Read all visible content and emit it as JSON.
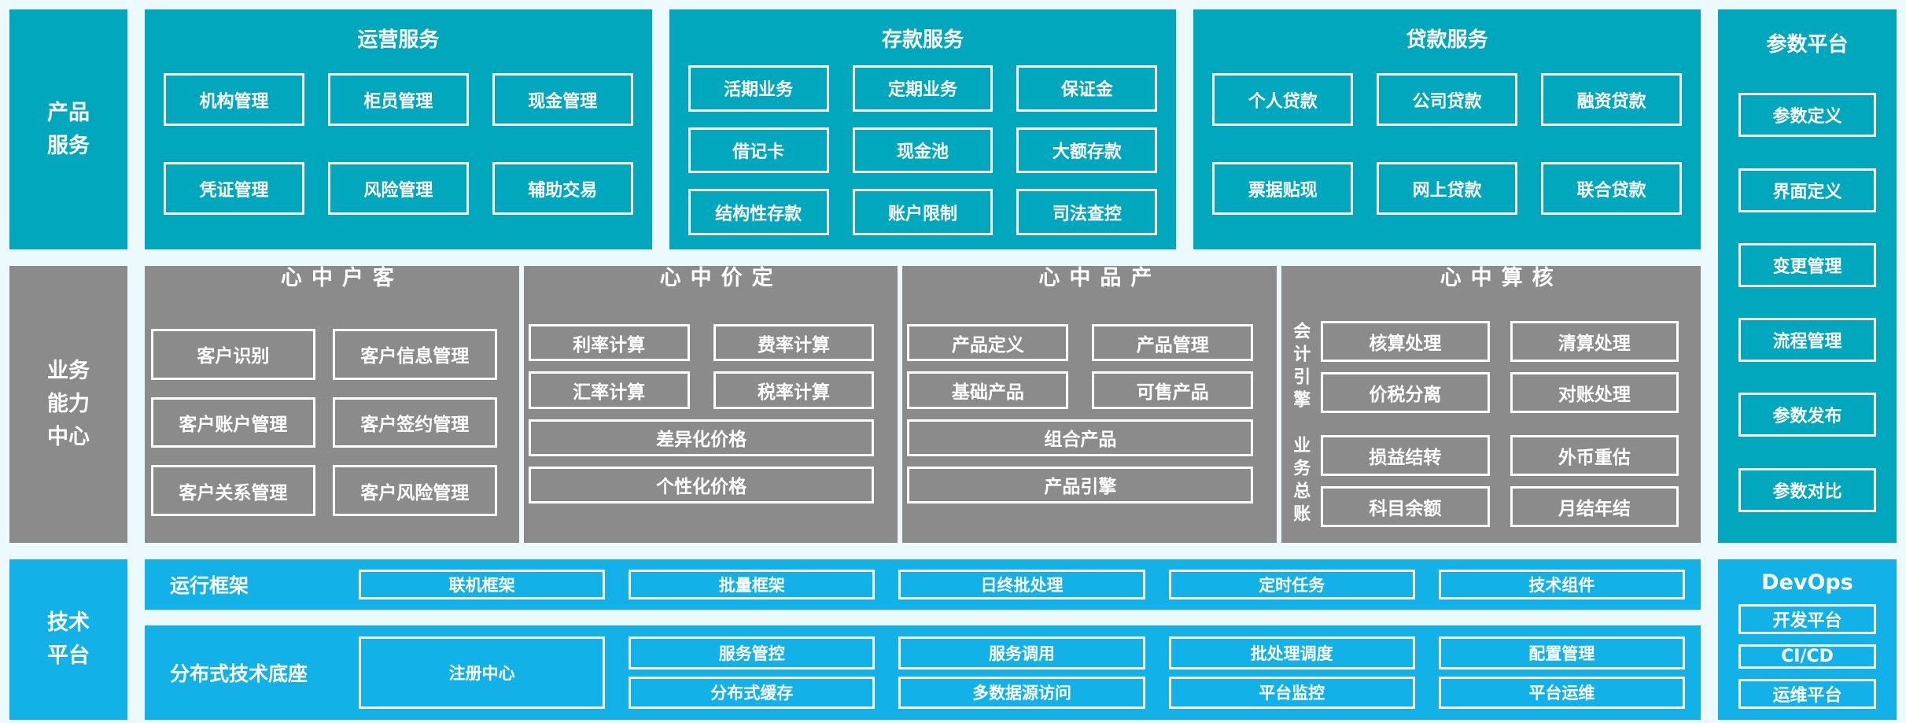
{
  "colors": {
    "teal": "#00a7bd",
    "gray": "#8b8b8b",
    "blue": "#12b1e8",
    "background": "#edfafd",
    "box_border": "#ffffff",
    "text": "#ffffff"
  },
  "side": {
    "products": "产品\n服务",
    "business": "业务\n能力\n中心",
    "tech": "技术\n平台"
  },
  "operations": {
    "title": "运营服务",
    "items": [
      "机构管理",
      "柜员管理",
      "现金管理",
      "凭证管理",
      "风险管理",
      "辅助交易"
    ]
  },
  "deposit": {
    "title": "存款服务",
    "items": [
      "活期业务",
      "定期业务",
      "保证金",
      "借记卡",
      "现金池",
      "大额存款",
      "结构性存款",
      "账户限制",
      "司法查控"
    ]
  },
  "loan": {
    "title": "贷款服务",
    "items": [
      "个人贷款",
      "公司贷款",
      "融资贷款",
      "票据贴现",
      "网上贷款",
      "联合贷款"
    ]
  },
  "param_platform": {
    "title": "参数平台",
    "items": [
      "参数定义",
      "界面定义",
      "变更管理",
      "流程管理",
      "参数发布",
      "参数对比"
    ]
  },
  "customer_center": {
    "label": "客户中心",
    "items": [
      "客户识别",
      "客户信息管理",
      "客户账户管理",
      "客户签约管理",
      "客户关系管理",
      "客户风险管理"
    ]
  },
  "pricing_center": {
    "label": "定价中心",
    "small_items": [
      "利率计算",
      "费率计算",
      "汇率计算",
      "税率计算"
    ],
    "wide_items": [
      "差异化价格",
      "个性化价格"
    ]
  },
  "product_center": {
    "label": "产品中心",
    "small_items": [
      "产品定义",
      "产品管理",
      "基础产品",
      "可售产品"
    ],
    "wide_items": [
      "组合产品",
      "产品引擎"
    ]
  },
  "accounting_center": {
    "label": "核算中心",
    "groups": [
      {
        "label": "会计引擎",
        "items": [
          "核算处理",
          "清算处理",
          "价税分离",
          "对账处理"
        ]
      },
      {
        "label": "业务总账",
        "items": [
          "损益结转",
          "外币重估",
          "科目余额",
          "月结年结"
        ]
      }
    ]
  },
  "run_framework": {
    "label": "运行框架",
    "items": [
      "联机框架",
      "批量框架",
      "日终批处理",
      "定时任务",
      "技术组件"
    ]
  },
  "distributed_base": {
    "label": "分布式技术底座",
    "registry": "注册中心",
    "grid": [
      "服务管控",
      "服务调用",
      "批处理调度",
      "配置管理",
      "分布式缓存",
      "多数据源访问",
      "平台监控",
      "平台运维"
    ]
  },
  "devops": {
    "title": "DevOps",
    "items": [
      "开发平台",
      "CI/CD",
      "运维平台"
    ]
  }
}
